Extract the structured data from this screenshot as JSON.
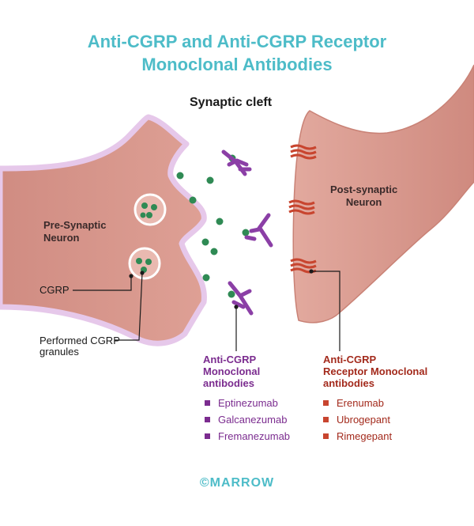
{
  "title": {
    "line1": "Anti-CGRP and Anti-CGRP Receptor",
    "line2": "Monoclonal Antibodies"
  },
  "labels": {
    "synaptic_cleft": "Synaptic cleft",
    "pre_synaptic_line1": "Pre-Synaptic",
    "pre_synaptic_line2": "Neuron",
    "post_synaptic_line1": "Post-synaptic",
    "post_synaptic_line2": "Neuron",
    "cgrp": "CGRP",
    "granules_line1": "Performed CGRP",
    "granules_line2": "granules"
  },
  "anti_cgrp": {
    "heading_line1": "Anti-CGRP",
    "heading_line2": "Monoclonal",
    "heading_line3": "antibodies",
    "drugs": [
      "Eptinezumab",
      "Galcanezumab",
      "Fremanezumab"
    ]
  },
  "anti_receptor": {
    "heading_line1": "Anti-CGRP",
    "heading_line2": "Receptor Monoclonal",
    "heading_line3": "antibodies",
    "drugs": [
      "Erenumab",
      "Ubrogepant",
      "Rimegepant"
    ]
  },
  "footer": "©MARROW",
  "colors": {
    "title": "#4dbcc8",
    "neuron_fill": "#d9968a",
    "neuron_border": "#e3c3e6",
    "cgrp_dot": "#2f8a54",
    "antibody": "#8b3fa6",
    "receptor": "#c8452f",
    "anti_cgrp_text": "#7b2c8f",
    "anti_receptor_text": "#a32a1c"
  },
  "icons": [
    "antibody-icon",
    "receptor-coil-icon",
    "cgrp-dot-icon",
    "vesicle-icon"
  ]
}
